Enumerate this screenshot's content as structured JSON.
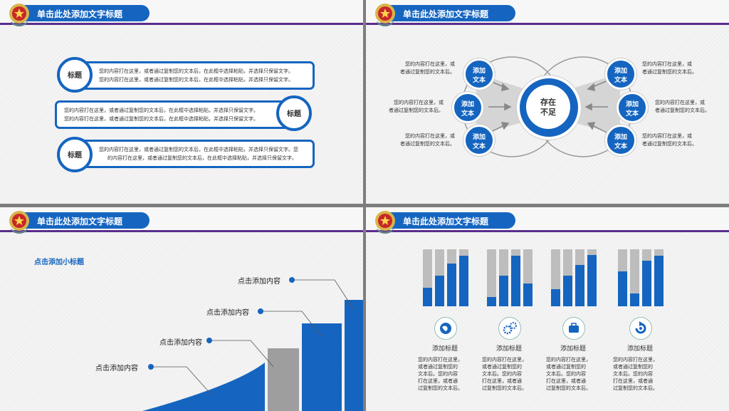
{
  "header_title": "单击此处添加文字标题",
  "slide1": {
    "rows": [
      {
        "badge": "标题",
        "line1": "您的内容打在这里，或者通过复制您的文本后，在此框中选择粘贴，并选择只保留文字。",
        "line2": "您的内容打在这里，或者通过复制您的文本后，在此框中选择粘贴，并选择只保留文字。"
      },
      {
        "badge": "标题",
        "line1": "您的内容打在这里，或者通过复制您的文本后，在此框中选择粘贴，并选择只保留文字。",
        "line2": "您的内容打在这里，或者通过复制您的文本后，在此框中选择粘贴，并选择只保留文字。"
      },
      {
        "badge": "标题",
        "line1": "您的内容打在这里，或者通过复制您的文本后，在此框中选择粘贴，并选择只保留文字。您",
        "line2": "的内容打在这里，或者通过复制您的文本后，在此框中选择粘贴，并选择只保留文字。"
      }
    ]
  },
  "slide2": {
    "center": [
      "存在",
      "不足"
    ],
    "node_label": [
      "添加",
      "文本"
    ],
    "text_line1": "您的内容打在这里，或",
    "text_line2": "者通过复制您的文本后。"
  },
  "slide3": {
    "subtitle": "点击添加小标题",
    "items": [
      "点击添加内容",
      "点击添加内容",
      "点击添加内容",
      "点击添加内容"
    ]
  },
  "slide4": {
    "groups": [
      {
        "icon": "globe-icon",
        "title": "添加标题",
        "bars": [
          0.32,
          0.54,
          0.75,
          0.89
        ]
      },
      {
        "icon": "gears-icon",
        "title": "添加标题",
        "bars": [
          0.16,
          0.54,
          0.89,
          0.4
        ]
      },
      {
        "icon": "briefcase-icon",
        "title": "添加标题",
        "bars": [
          0.3,
          0.54,
          0.73,
          0.9
        ]
      },
      {
        "icon": "refresh-icon",
        "title": "添加标题",
        "bars": [
          0.61,
          0.22,
          0.8,
          0.89
        ]
      }
    ],
    "body_lines": [
      "您的内容打在这里，",
      "或者通过复制您的",
      "文本后。您的内容",
      "打在这里，或者通",
      "过复制您的文本后。"
    ]
  },
  "colors": {
    "accent": "#1565c0",
    "purple": "#5a2d8c",
    "gray": "#bdbdbd"
  }
}
